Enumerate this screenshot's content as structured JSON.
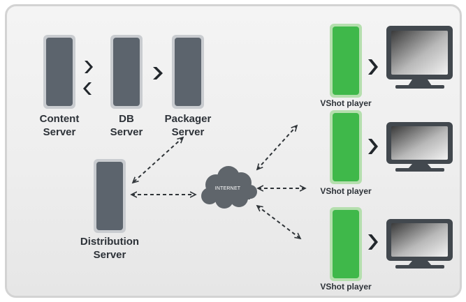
{
  "servers": {
    "content": {
      "label_line1": "Content",
      "label_line2": "Server"
    },
    "db": {
      "label_line1": "DB",
      "label_line2": "Server"
    },
    "packager": {
      "label_line1": "Packager",
      "label_line2": "Server"
    },
    "distribution": {
      "label_line1": "Distribution",
      "label_line2": "Server"
    }
  },
  "cloud": {
    "label": "INTERNET"
  },
  "players": [
    {
      "label": "VShot player"
    },
    {
      "label": "VShot player"
    },
    {
      "label": "VShot player"
    }
  ],
  "colors": {
    "server_fill": "#5c646d",
    "player_fill": "#3fb84a",
    "cloud_fill": "#5f656b",
    "text": "#2d3238"
  }
}
